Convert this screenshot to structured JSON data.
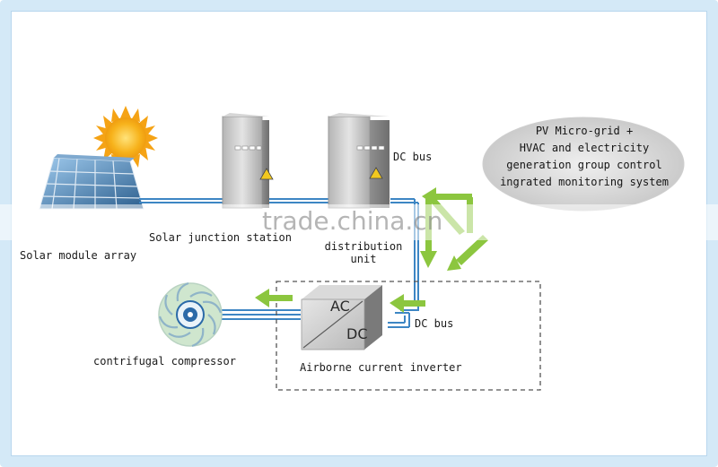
{
  "labels": {
    "solar_array": "Solar module array",
    "junction_station": "Solar junction station",
    "dc_bus_top": "DC bus",
    "distribution_unit_line1": "distribution",
    "distribution_unit_line2": "unit",
    "dc_bus_bottom": "DC bus",
    "compressor": "contrifugal compressor",
    "inverter": "Airborne current inverter",
    "inverter_ac": "AC",
    "inverter_dc": "DC"
  },
  "control_system": {
    "line1": "PV Micro-grid +",
    "line2": "HVAC and electricity",
    "line3": "generation group control",
    "line4": "ingrated monitoring system"
  },
  "watermark": "trade.china.cn",
  "colors": {
    "frame": "#d4e9f7",
    "cable": "#3d86c4",
    "flow_arrow": "#8cc63f",
    "cloud": "#d9d9d9",
    "cabinet": "#c9c9c9"
  }
}
